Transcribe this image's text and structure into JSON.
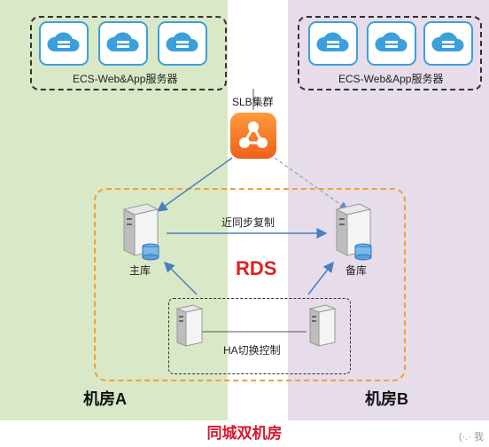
{
  "labels": {
    "ecs_left": "ECS-Web&App服务器",
    "ecs_right": "ECS-Web&App服务器",
    "slb": "SLB集群",
    "sync": "近同步复制",
    "master": "主库",
    "backup": "备库",
    "rds": "RDS",
    "ha": "HA切换控制",
    "room_a": "机房A",
    "room_b": "机房B",
    "footer": "同城双机房",
    "watermark": "(·.· 我"
  },
  "icons": {
    "cloud": "cloud-server-icon",
    "slb": "load-balancer-icon",
    "server": "server-tower-icon",
    "db": "database-cylinder-icon"
  },
  "colors": {
    "zone_a": "#d9e8c6",
    "zone_b": "#e6dcea",
    "rds_border": "#f5a030",
    "rds_text": "#e02020",
    "arrow": "#4a7fc0",
    "footer": "#d8162c",
    "cloud_border": "#3aa0dc",
    "slb": "#f07a22"
  }
}
